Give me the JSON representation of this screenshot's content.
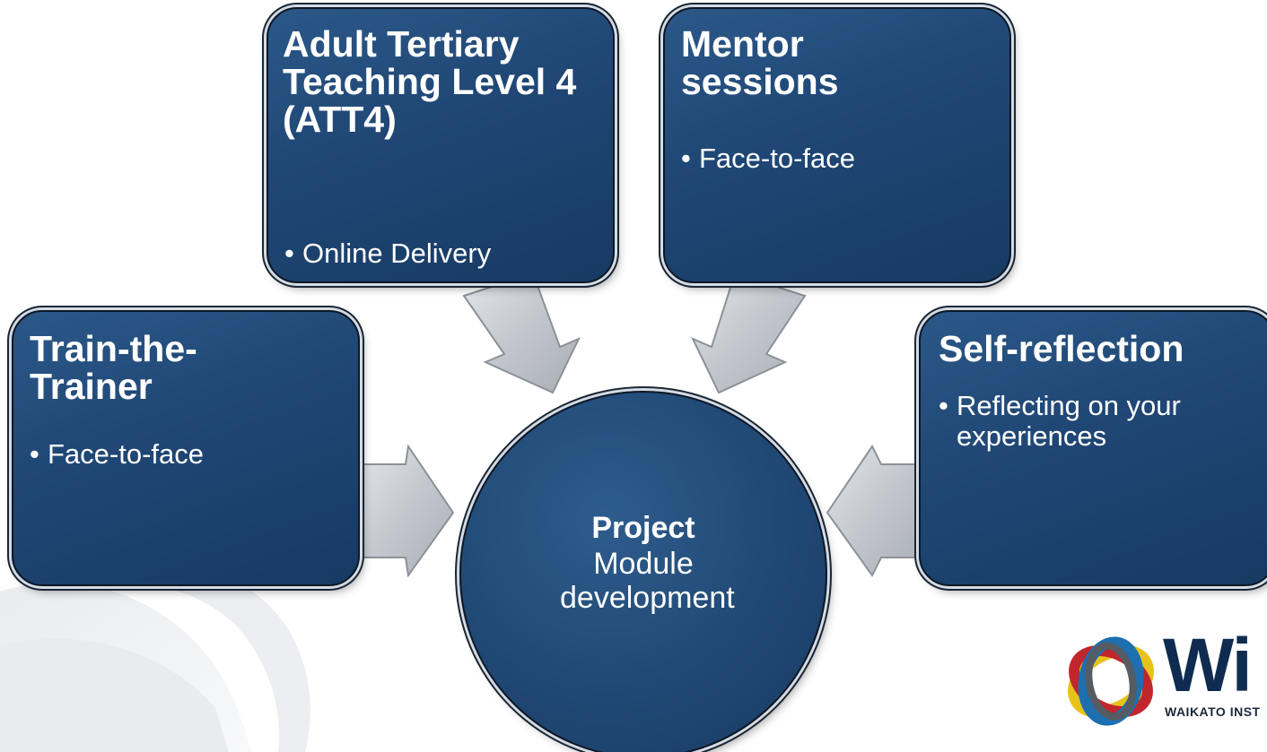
{
  "boxes": {
    "att4": {
      "title": "Adult Tertiary Teaching Level 4 (ATT4)",
      "bullet": "Online Delivery"
    },
    "mentor": {
      "title": "Mentor sessions",
      "bullet": "Face-to-face"
    },
    "trainer": {
      "title": "Train-the-Trainer",
      "bullet": "Face-to-face"
    },
    "reflection": {
      "title": "Self-reflection",
      "bullet": "Reflecting on your experiences"
    }
  },
  "center": {
    "title": "Project",
    "body": "Module development"
  },
  "bullet_char": "•",
  "logo": {
    "word": "Wi",
    "sub": "WAIKATO INST"
  },
  "colors": {
    "box_fill": "#1f4674",
    "box_border": "#0d1826",
    "arrow_fill": "#c9ccd2",
    "text": "#ffffff"
  }
}
